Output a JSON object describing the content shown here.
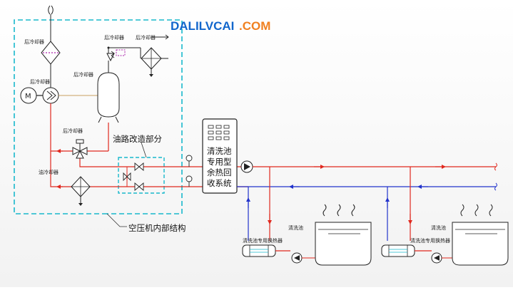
{
  "watermark": {
    "brand": "DALILVCAI",
    "suffix": ".COM"
  },
  "labels": {
    "aftercooler_top": "后冷却器",
    "aftercooler_left": "后冷却器",
    "aftercooler_tank": "后冷却器",
    "aftercooler_right": "后冷却器",
    "aftercooler_valve": "后冷却器",
    "oil_cooler": "油冷却器",
    "motor_symbol": "M",
    "oil_retrofit_section": "油路改造部分",
    "compressor_internal": "空压机内部结构"
  },
  "system_box": {
    "title_lines": [
      "清洗池",
      "专用型",
      "余热回",
      "收系统"
    ]
  },
  "pools": [
    {
      "pool_label": "清洗池",
      "exchanger_label": "清洗池专用换热器"
    },
    {
      "pool_label": "清洗池",
      "exchanger_label": "清洗池专用换热器"
    }
  ],
  "colors": {
    "hot_line": "#e0281e",
    "cold_line": "#2233cc",
    "boundary": "#18b8cc",
    "watermark_blue": "#1166cc",
    "watermark_orange": "#f08020",
    "outline": "#222222",
    "magenta": "#aa22aa"
  }
}
